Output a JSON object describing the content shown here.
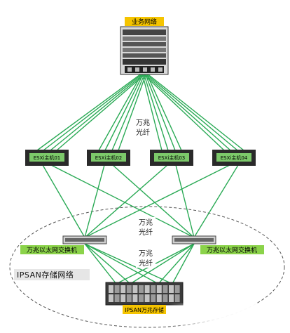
{
  "core_switch": {
    "label": "业务网络",
    "label_bg": "#f5c400"
  },
  "hosts": [
    {
      "label": "ESXi主机01"
    },
    {
      "label": "ESXi主机02"
    },
    {
      "label": "ESXi主机03"
    },
    {
      "label": "ESXi主机04"
    }
  ],
  "link_labels": {
    "upper": [
      "万兆",
      "光纤"
    ],
    "middle": [
      "万兆",
      "光纤"
    ],
    "lower": [
      "万兆",
      "光纤"
    ]
  },
  "san_switches": [
    {
      "label": "万兆以太网交换机"
    },
    {
      "label": "万兆以太网交换机"
    }
  ],
  "san_zone": {
    "label": "IPSAN存储网络"
  },
  "storage": {
    "label": "IPSAN万兆存储"
  },
  "colors": {
    "link": "#2aaa55",
    "label_green": "#8bd34a",
    "label_yellow": "#f5c400",
    "device_dark": "#2a2a2a",
    "host_screen": "#7cc96a"
  }
}
